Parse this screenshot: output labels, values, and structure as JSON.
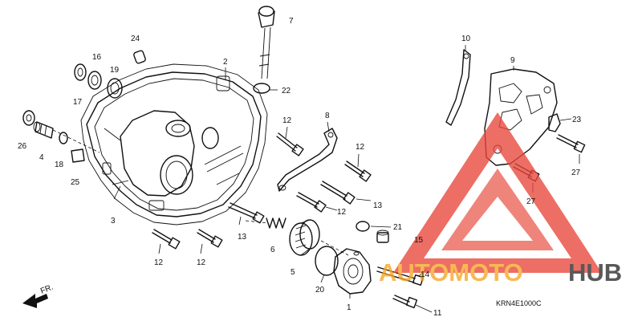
{
  "diagram": {
    "drawing_code": "KRN4E1000C",
    "front_marker": "FR.",
    "part_labels": [
      "1",
      "2",
      "3",
      "4",
      "5",
      "6",
      "7",
      "8",
      "9",
      "10",
      "11",
      "12",
      "12",
      "12",
      "12",
      "12",
      "12",
      "13",
      "13",
      "14",
      "15",
      "16",
      "17",
      "18",
      "19",
      "20",
      "21",
      "22",
      "23",
      "24",
      "25",
      "26",
      "27",
      "27"
    ]
  },
  "watermark": {
    "text_left": "AUTOMOTO",
    "text_right": "HUB",
    "color_accent": "#f5a623",
    "color_red": "#e8463a",
    "color_dark": "#2b2b2b"
  }
}
